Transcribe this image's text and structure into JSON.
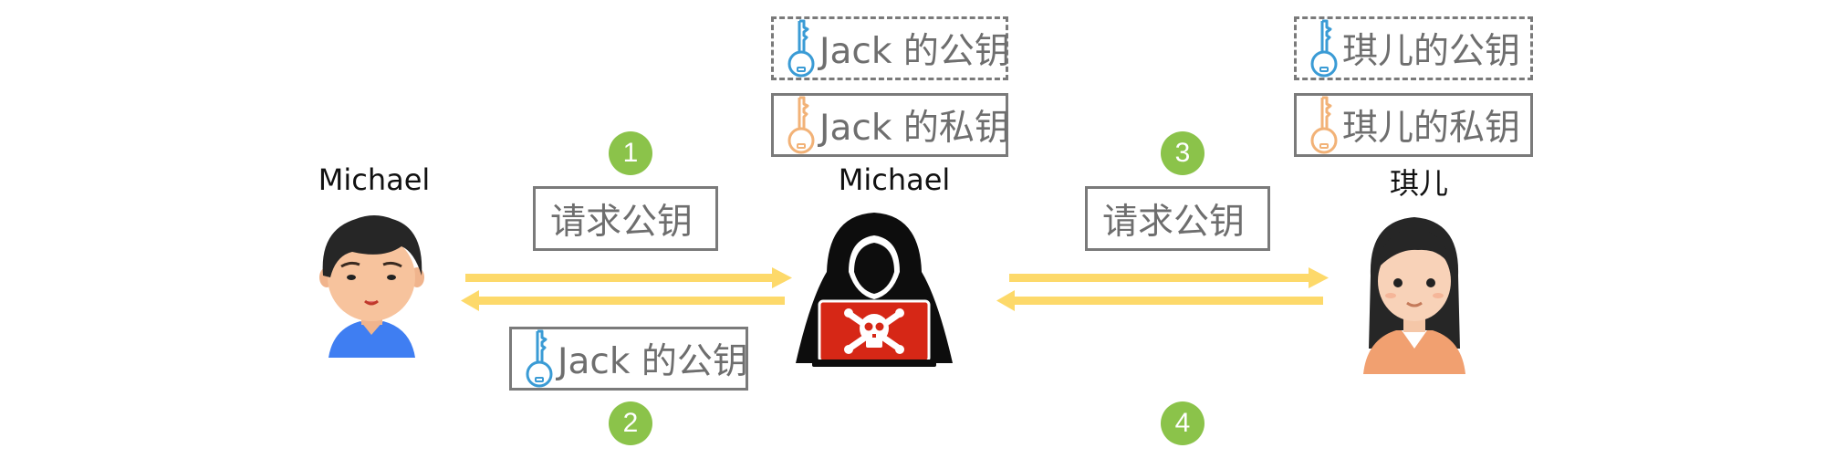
{
  "colors": {
    "arrow": "#fdd96a",
    "step": "#8bc34a",
    "box_border": "#7a7a7a",
    "box_text": "#6e6e6e",
    "public_key": "#3a9bd5",
    "private_key": "#f2b277",
    "skull_screen": "#d62716"
  },
  "people": {
    "left_name": "Michael",
    "middle_name": "Michael",
    "right_name": "琪儿"
  },
  "keys": {
    "middle_public": "Jack 的公钥",
    "middle_private": "Jack 的私钥",
    "right_public": "琪儿的公钥",
    "right_private": "琪儿的私钥",
    "returned_public": "Jack 的公钥"
  },
  "messages": {
    "request_left": "请求公钥",
    "request_right": "请求公钥"
  },
  "steps": [
    "1",
    "2",
    "3",
    "4"
  ],
  "icons": {
    "public_key_icon": "key-blue",
    "private_key_icon": "key-orange",
    "left_person": "male-avatar",
    "attacker": "hooded-hacker-skull-laptop",
    "right_person": "female-avatar"
  }
}
